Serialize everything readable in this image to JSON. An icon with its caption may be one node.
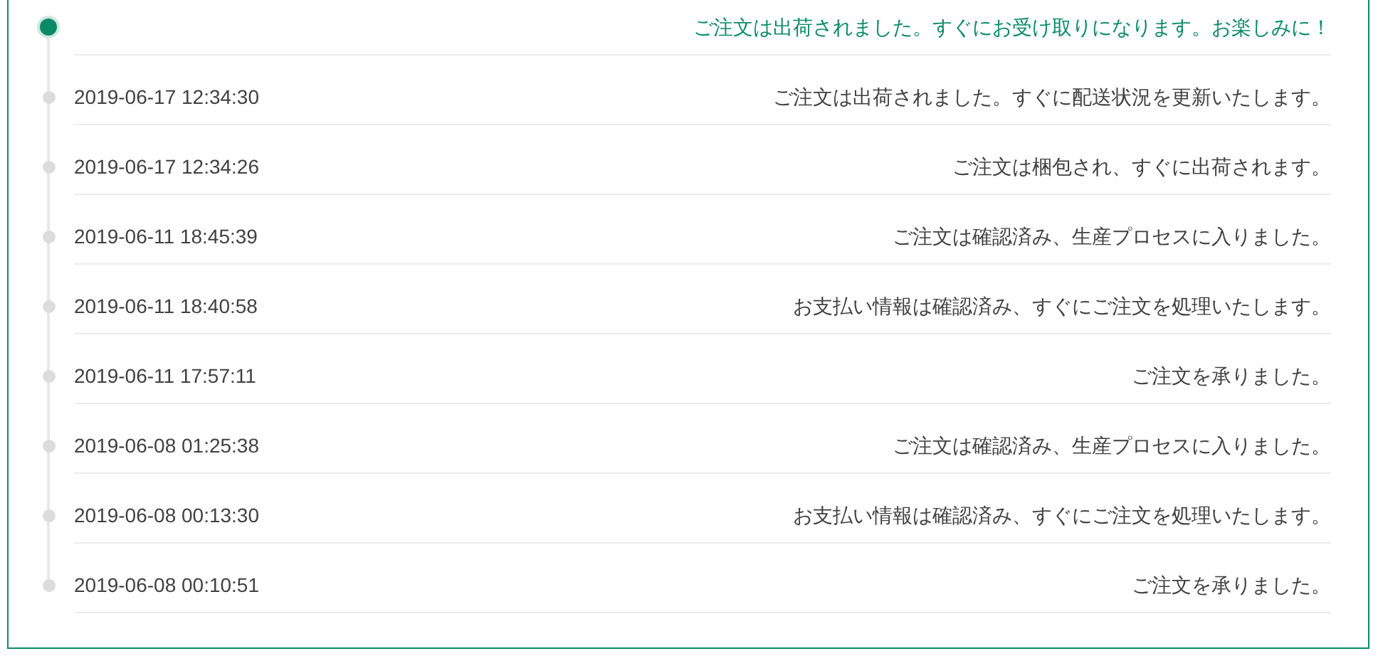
{
  "diagram": {
    "nodes": [
      {
        "text": [
          "ご注文は出荷されました。すぐにお受け取りになります。お楽しみに！"
        ]
      },
      {
        "text": [
          "2019-06-17 12:34:30",
          "ご注文は出荷されました。すぐに配送状況を更新いたします。"
        ]
      },
      {
        "text": [
          "2019-06-17 12:34:26",
          "ご注文は梱包され、すぐに出荷されます。"
        ]
      },
      {
        "text": [
          "2019-06-11 18:45:39",
          "ご注文は確認済み、生産プロセスに入りました。"
        ]
      },
      {
        "text": [
          "2019-06-11 18:40:58",
          "お支払い情報は確認済み、すぐにご注文を処理いたします。"
        ]
      },
      {
        "text": [
          "2019-06-11 17:57:11",
          "ご注文を承りました。"
        ]
      },
      {
        "text": [
          "2019-06-08 01:25:38",
          "ご注文は確認済み、生産プロセスに入りました。"
        ]
      },
      {
        "text": [
          "2019-06-08 00:13:30",
          "お支払い情報は確認済み、すぐにご注文を処理いたします。"
        ]
      },
      {
        "text": [
          "2019-06-08 00:10:51",
          "ご注文を承りました。"
        ]
      }
    ]
  }
}
